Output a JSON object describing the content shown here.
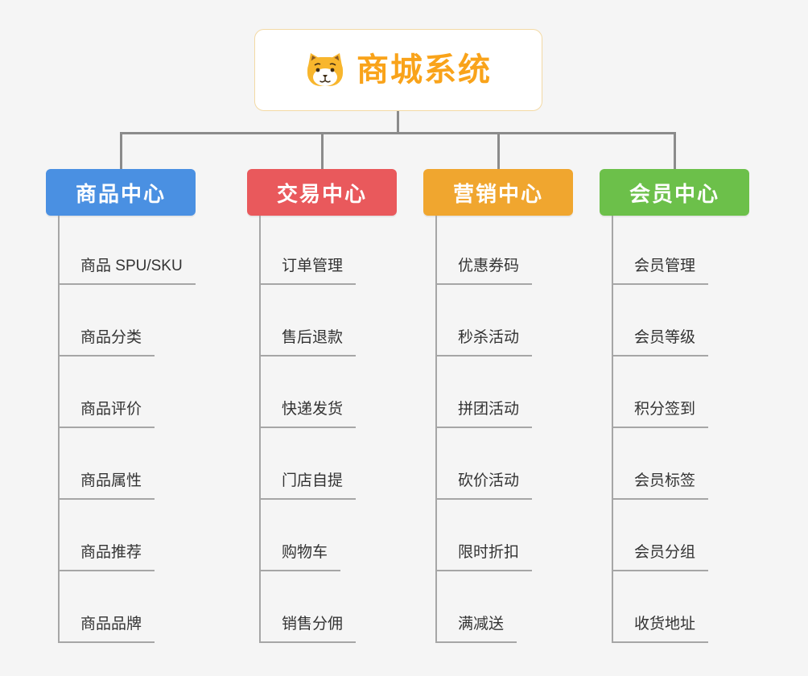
{
  "root": {
    "title": "商城系统",
    "icon": "dog-face-icon",
    "title_color": "#f9a31a",
    "border_color": "#f3d9a4",
    "background": "#ffffff"
  },
  "canvas": {
    "background_color": "#f5f5f5",
    "connector_color": "#8b8b8b",
    "spine_color": "#a6a6a6",
    "leaf_text_color": "#333333"
  },
  "branches": [
    {
      "label": "商品中心",
      "color": "#4a90e2",
      "items": [
        "商品 SPU/SKU",
        "商品分类",
        "商品评价",
        "商品属性",
        "商品推荐",
        "商品品牌"
      ]
    },
    {
      "label": "交易中心",
      "color": "#e9595c",
      "items": [
        "订单管理",
        "售后退款",
        "快递发货",
        "门店自提",
        "购物车",
        "销售分佣"
      ]
    },
    {
      "label": "营销中心",
      "color": "#f0a62f",
      "items": [
        "优惠券码",
        "秒杀活动",
        "拼团活动",
        "砍价活动",
        "限时折扣",
        "满减送"
      ]
    },
    {
      "label": "会员中心",
      "color": "#6cc04a",
      "items": [
        "会员管理",
        "会员等级",
        "积分签到",
        "会员标签",
        "会员分组",
        "收货地址"
      ]
    }
  ]
}
